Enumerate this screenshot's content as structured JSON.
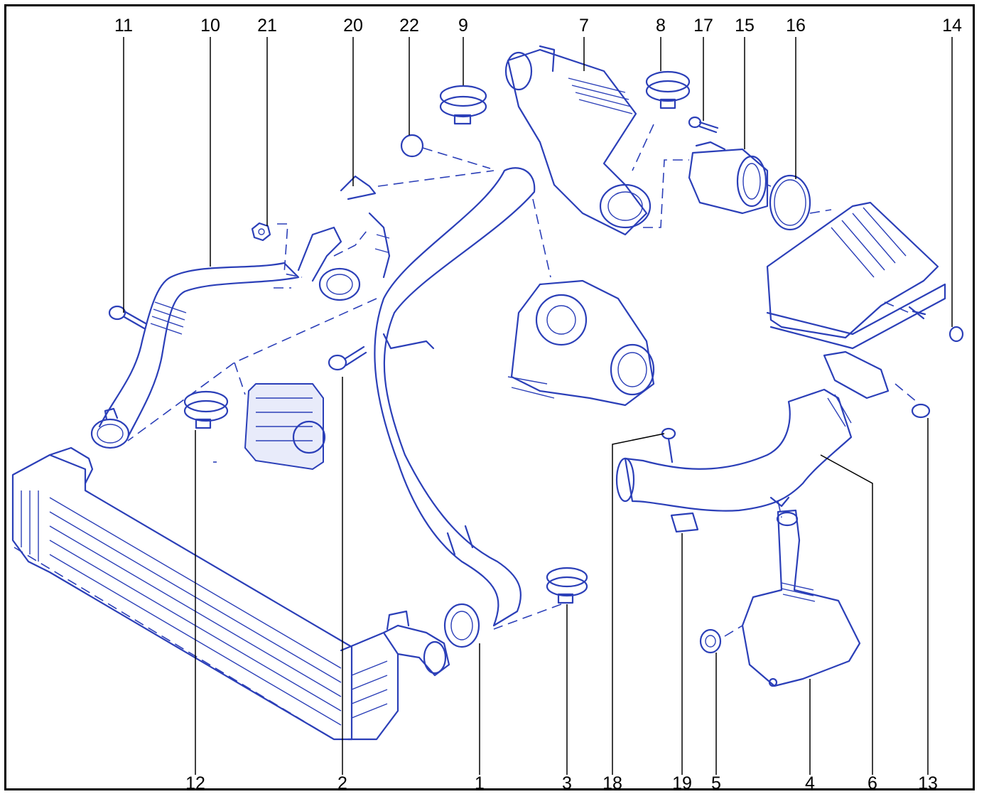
{
  "diagram": {
    "callouts": [
      {
        "id": "1",
        "label": "1"
      },
      {
        "id": "2",
        "label": "2"
      },
      {
        "id": "3",
        "label": "3"
      },
      {
        "id": "4",
        "label": "4"
      },
      {
        "id": "5",
        "label": "5"
      },
      {
        "id": "6",
        "label": "6"
      },
      {
        "id": "7",
        "label": "7"
      },
      {
        "id": "8",
        "label": "8"
      },
      {
        "id": "9",
        "label": "9"
      },
      {
        "id": "10",
        "label": "10"
      },
      {
        "id": "11",
        "label": "11"
      },
      {
        "id": "12",
        "label": "12"
      },
      {
        "id": "13",
        "label": "13"
      },
      {
        "id": "14",
        "label": "14"
      },
      {
        "id": "15",
        "label": "15"
      },
      {
        "id": "16",
        "label": "16"
      },
      {
        "id": "17",
        "label": "17"
      },
      {
        "id": "18",
        "label": "18"
      },
      {
        "id": "19",
        "label": "19"
      },
      {
        "id": "20",
        "label": "20"
      },
      {
        "id": "21",
        "label": "21"
      },
      {
        "id": "22",
        "label": "22"
      }
    ],
    "colors": {
      "line_art": "#2b3fb8",
      "callout_text": "#000000",
      "border": "#000000",
      "background": "#ffffff"
    }
  }
}
